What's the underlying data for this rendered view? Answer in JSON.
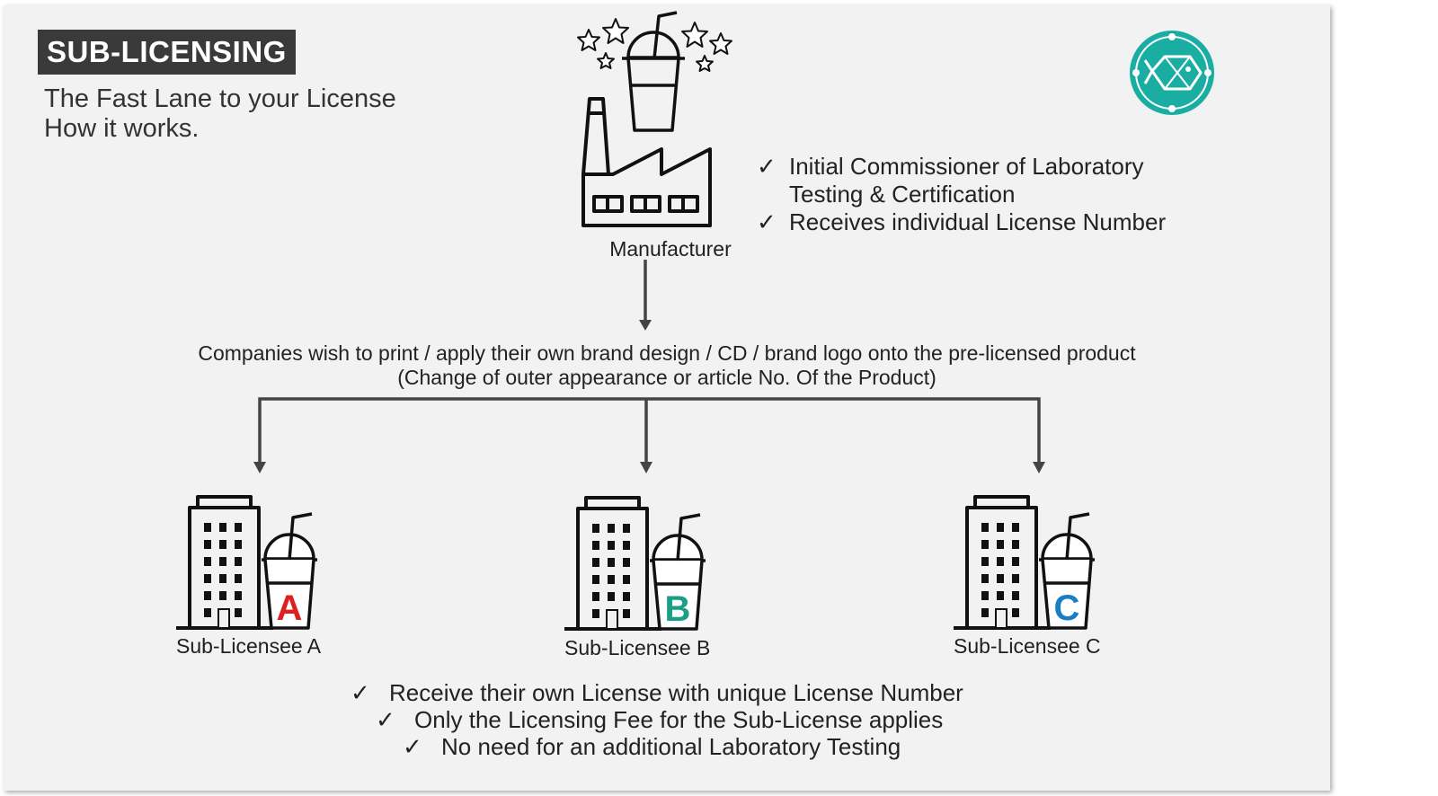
{
  "header": {
    "title": "SUB-LICENSING",
    "subtitle_line1": "The Fast Lane to your License",
    "subtitle_line2": "How it works."
  },
  "icons": {
    "logo": "fish-logo-icon",
    "check": "checkmark-icon",
    "factory": "factory-icon",
    "cup": "drink-cup-icon",
    "building": "office-building-icon",
    "stars": "star-icon"
  },
  "colors": {
    "badge_bg": "#3a3a3a",
    "logo_teal": "#1aaea3",
    "letter_a": "#e02020",
    "letter_b": "#1a9e88",
    "letter_c": "#1a7ec2"
  },
  "manufacturer": {
    "label": "Manufacturer",
    "checks": [
      "Initial Commissioner of Laboratory",
      "Testing & Certification",
      "Receives individual License Number"
    ]
  },
  "check_mark": "✓",
  "middle": {
    "line1": "Companies wish to print / apply their own brand design / CD / brand logo onto the pre-licensed product",
    "line2": "(Change of outer appearance or article No. Of the Product)"
  },
  "sublicensees": [
    {
      "label": "Sub-Licensee A",
      "letter": "A"
    },
    {
      "label": "Sub-Licensee B",
      "letter": "B"
    },
    {
      "label": "Sub-Licensee C",
      "letter": "C"
    }
  ],
  "bottom_checks": [
    "Receive their own License with unique License Number",
    "Only the Licensing Fee for the Sub-License applies",
    "No need for an additional Laboratory Testing"
  ]
}
